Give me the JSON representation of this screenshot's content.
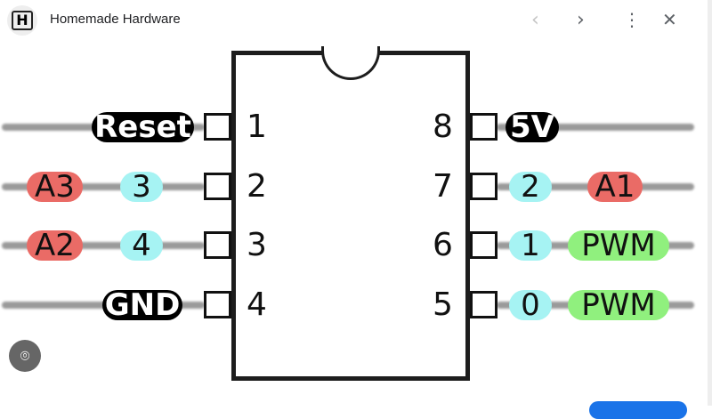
{
  "header": {
    "title": "Homemade Hardware",
    "logo_letter": "H",
    "icons": [
      "chevron-left-icon",
      "chevron-right-icon",
      "more-vert-icon",
      "close-icon"
    ]
  },
  "pins": {
    "left": [
      {
        "n": "1",
        "labels": [
          "Reset"
        ]
      },
      {
        "n": "2",
        "labels": [
          "A3",
          "3"
        ]
      },
      {
        "n": "3",
        "labels": [
          "A2",
          "4"
        ]
      },
      {
        "n": "4",
        "labels": [
          "GND"
        ]
      }
    ],
    "right": [
      {
        "n": "8",
        "labels": [
          "5V"
        ]
      },
      {
        "n": "7",
        "labels": [
          "2",
          "A1"
        ]
      },
      {
        "n": "6",
        "labels": [
          "1",
          "PWM"
        ]
      },
      {
        "n": "5",
        "labels": [
          "0",
          "PWM"
        ]
      }
    ]
  },
  "colors": {
    "analog": "#ea6b66",
    "digital": "#a6f3f3",
    "pwm": "#90f07e",
    "power": "#000000"
  }
}
